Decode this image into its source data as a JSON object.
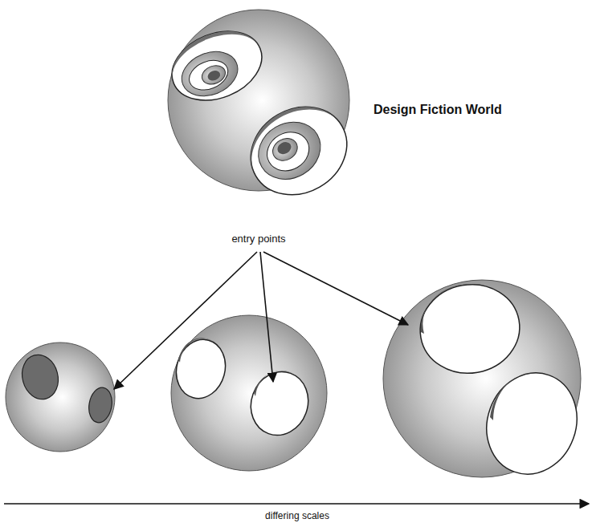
{
  "diagram": {
    "labels": [
      "Design Fiction World",
      "entry points",
      "differing scales"
    ]
  }
}
